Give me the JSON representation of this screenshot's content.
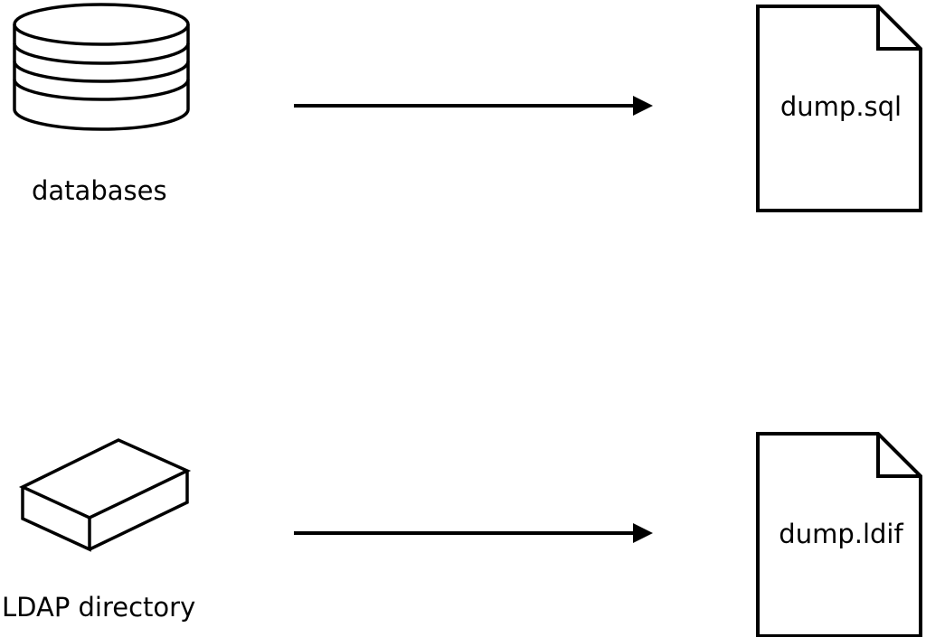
{
  "diagram": {
    "title": "export-dump-diagram",
    "colors": {
      "stroke": "#000000",
      "background": "#ffffff"
    },
    "rows": [
      {
        "source_label": "databases",
        "source_icon": "database-cylinder-icon",
        "connector": "right-arrow",
        "target_icon": "document-icon",
        "target_label": "dump.sql"
      },
      {
        "source_label": "LDAP directory",
        "source_icon": "box-3d-icon",
        "connector": "right-arrow",
        "target_icon": "document-icon",
        "target_label": "dump.ldif"
      }
    ]
  }
}
